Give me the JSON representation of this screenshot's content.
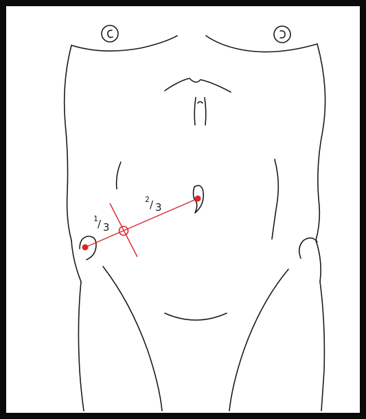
{
  "diagram": {
    "labels": {
      "one_third_num": "1",
      "one_third_den": "3",
      "two_thirds_num": "2",
      "two_thirds_den": "3"
    },
    "colors": {
      "outline": "#1a1a1a",
      "marker": "#d9262b",
      "line": "#d9262b",
      "border": "#0a0a0a"
    },
    "icons": [
      "anatomical-torso-outline",
      "mcburney-point-marker"
    ]
  }
}
